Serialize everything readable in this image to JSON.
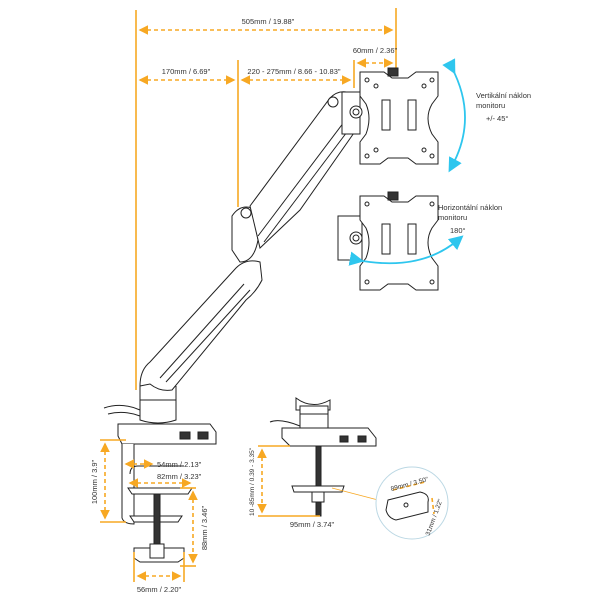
{
  "dimensions": {
    "total_reach": "505mm / 19.88\"",
    "pole_to_joint": "170mm / 6.69\"",
    "upper_arm": "220 - 275mm / 8.66 - 10.83\"",
    "plate_offset": "60mm / 2.36\"",
    "clamp_height": "100mm / 3.9\"",
    "clamp_inner": "54mm / 2.13\"",
    "clamp_plate": "82mm / 3.23\"",
    "clamp_screw": "88mm / 3.46\"",
    "knob_width": "56mm / 2.20\"",
    "grommet_range": "10 -85mm / 0.39 - 3.35\"",
    "grommet_base": "95mm / 3.74\"",
    "washer_length": "89mm / 3.50\"",
    "washer_width": "31mm / 1.22\""
  },
  "annotations": {
    "vertical_tilt": {
      "line1": "Vertikální náklon",
      "line2": "monitoru",
      "value": "+/- 45°"
    },
    "horizontal_tilt": {
      "line1": "Horizontální náklon",
      "line2": "monitoru",
      "value": "180°"
    }
  },
  "colors": {
    "dimension": "#f7a823",
    "rotation": "#2ec6ee",
    "drawing": "#222222"
  }
}
